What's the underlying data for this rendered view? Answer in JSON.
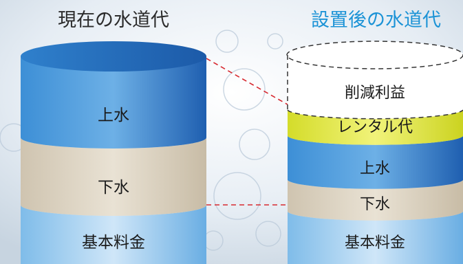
{
  "left_title": "現在の水道代",
  "right_title": "設置後の水道代",
  "colors": {
    "left_title": "#2b2b2b",
    "right_title": "#1c93d6",
    "water_supply": "#2a6fbf",
    "sewer": "#d8cfbf",
    "base_fee": "#8ec3ea",
    "rental": "#dde43a",
    "connector": "#d7282f"
  },
  "left_column": {
    "segments": [
      {
        "label": "上水"
      },
      {
        "label": "下水"
      },
      {
        "label": "基本料金"
      }
    ]
  },
  "right_column": {
    "segments": [
      {
        "label": "削減利益"
      },
      {
        "label": "レンタル代"
      },
      {
        "label": "上水"
      },
      {
        "label": "下水"
      },
      {
        "label": "基本料金"
      }
    ]
  }
}
